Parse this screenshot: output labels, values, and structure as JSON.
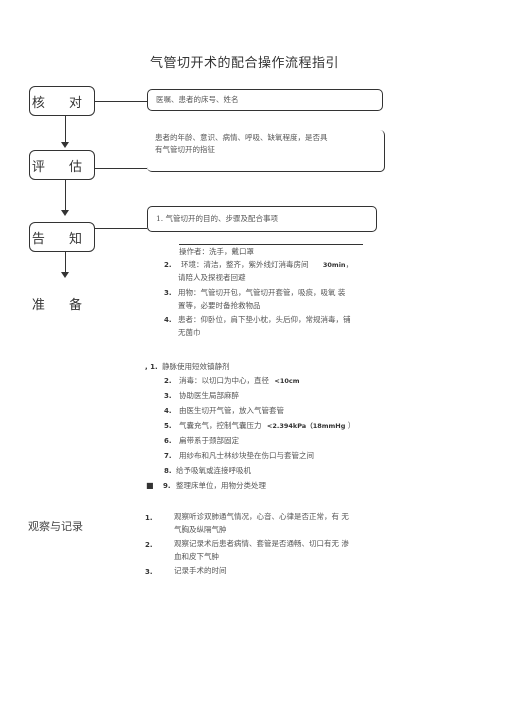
{
  "title": "气管切开术的配合操作流程指引",
  "steps": [
    {
      "label": "核 对"
    },
    {
      "label": "评 估"
    },
    {
      "label": "告 知"
    },
    {
      "label": "准 备"
    }
  ],
  "callouts": {
    "verify": "医嘱、患者的床号、姓名",
    "assess_line1": "患者的年龄、意识、病情、呼吸、缺氧程度，是否具",
    "assess_line2": "有气管切开的指征",
    "inform": "1.  气管切开的目的、步骤及配合事项"
  },
  "prep": {
    "operator": "操作者：洗手，戴口罩",
    "items": [
      {
        "num": "2.",
        "line1": "环境：清洁，整齐，紫外线灯消毒房间",
        "extra": "30min",
        "extra_after": "，",
        "line2": "请陪人及探视者回避"
      },
      {
        "num": "3.",
        "line1": "用物：气管切开包，气管切开套管，吸痰，吸氧  装",
        "line2": "置等，必要时备抢救物品"
      },
      {
        "num": "4.",
        "line1": "患者：仰卧位，肩下垫小枕，头后仰，常规消毒，铺",
        "line2": "无菌巾"
      }
    ]
  },
  "procedure": {
    "first_num": ", 1.",
    "first_text": "静脉使用短效镇静剂",
    "items": [
      {
        "num": "2.",
        "text": "消毒：以切口为中心，直径",
        "extra": "<10cm"
      },
      {
        "num": "3.",
        "text": "协助医生局部麻醉"
      },
      {
        "num": "4.",
        "text": "由医生切开气管，放入气管套管"
      },
      {
        "num": "5.",
        "text": "气囊充气，控制气囊压力",
        "extra": "<2.394kPa（18mmHg",
        "extra_after": "）"
      },
      {
        "num": "6.",
        "text": "扁带系于颈部固定"
      },
      {
        "num": "7.",
        "text": "用纱布和凡士林纱块垫在伤口与套管之间"
      },
      {
        "num": "8.",
        "text": "给予吸氧或连接呼吸机"
      },
      {
        "num": "9.",
        "text": "整理床单位，用物分类处理"
      }
    ]
  },
  "observe": {
    "label": "观察与记录",
    "items": [
      {
        "num": "1.",
        "line1": "观察听诊双肺通气情况，心音、心律是否正常，有  无",
        "line2": "气胸及纵隔气肿"
      },
      {
        "num": "2.",
        "line1": "观察记录术后患者病情、套管是否通畅、切口有无  渗",
        "line2": "血和皮下气肿"
      },
      {
        "num": "3.",
        "line1": "记录手术的时间"
      }
    ]
  }
}
